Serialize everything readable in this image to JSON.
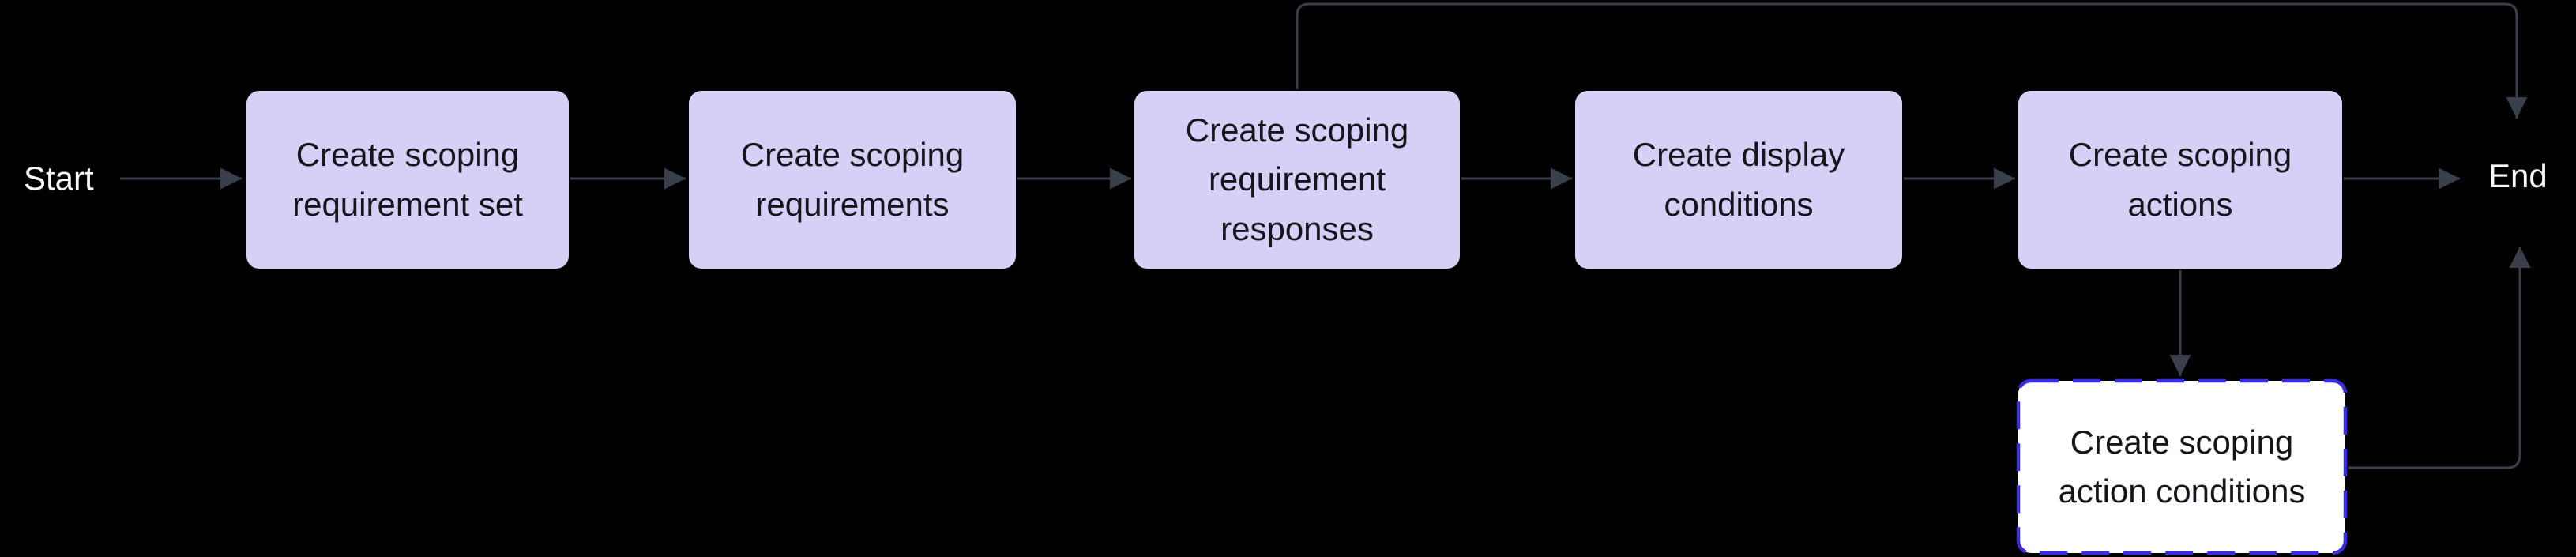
{
  "flowchart": {
    "start": {
      "label": "Start"
    },
    "end": {
      "label": "End"
    },
    "nodes": [
      {
        "id": "create-scoping-requirement-set",
        "label": [
          "Create scoping",
          "requirement set"
        ],
        "style": "default"
      },
      {
        "id": "create-scoping-requirements",
        "label": [
          "Create scoping",
          "requirements"
        ],
        "style": "default"
      },
      {
        "id": "create-scoping-requirement-responses",
        "label": [
          "Create scoping",
          "requirement",
          "responses"
        ],
        "style": "default"
      },
      {
        "id": "create-display-conditions",
        "label": [
          "Create display",
          "conditions"
        ],
        "style": "default"
      },
      {
        "id": "create-scoping-actions",
        "label": [
          "Create scoping",
          "actions"
        ],
        "style": "default"
      },
      {
        "id": "create-scoping-action-conditions",
        "label": [
          "Create scoping",
          "action conditions"
        ],
        "style": "dashed-highlight"
      }
    ],
    "edges": [
      {
        "from": "start",
        "to": "create-scoping-requirement-set"
      },
      {
        "from": "create-scoping-requirement-set",
        "to": "create-scoping-requirements"
      },
      {
        "from": "create-scoping-requirements",
        "to": "create-scoping-requirement-responses"
      },
      {
        "from": "create-scoping-requirement-responses",
        "to": "create-display-conditions"
      },
      {
        "from": "create-scoping-requirement-responses",
        "to": "end"
      },
      {
        "from": "create-display-conditions",
        "to": "create-scoping-actions"
      },
      {
        "from": "create-scoping-actions",
        "to": "end"
      },
      {
        "from": "create-scoping-actions",
        "to": "create-scoping-action-conditions"
      },
      {
        "from": "create-scoping-action-conditions",
        "to": "end"
      }
    ],
    "colors": {
      "background": "#000000",
      "node_fill": "#d4d0f6",
      "node_text": "#15151c",
      "edge": "#3a404b",
      "terminal_text": "#fafafa",
      "highlight_border": "#392de2",
      "highlight_fill": "#ffffff"
    }
  }
}
